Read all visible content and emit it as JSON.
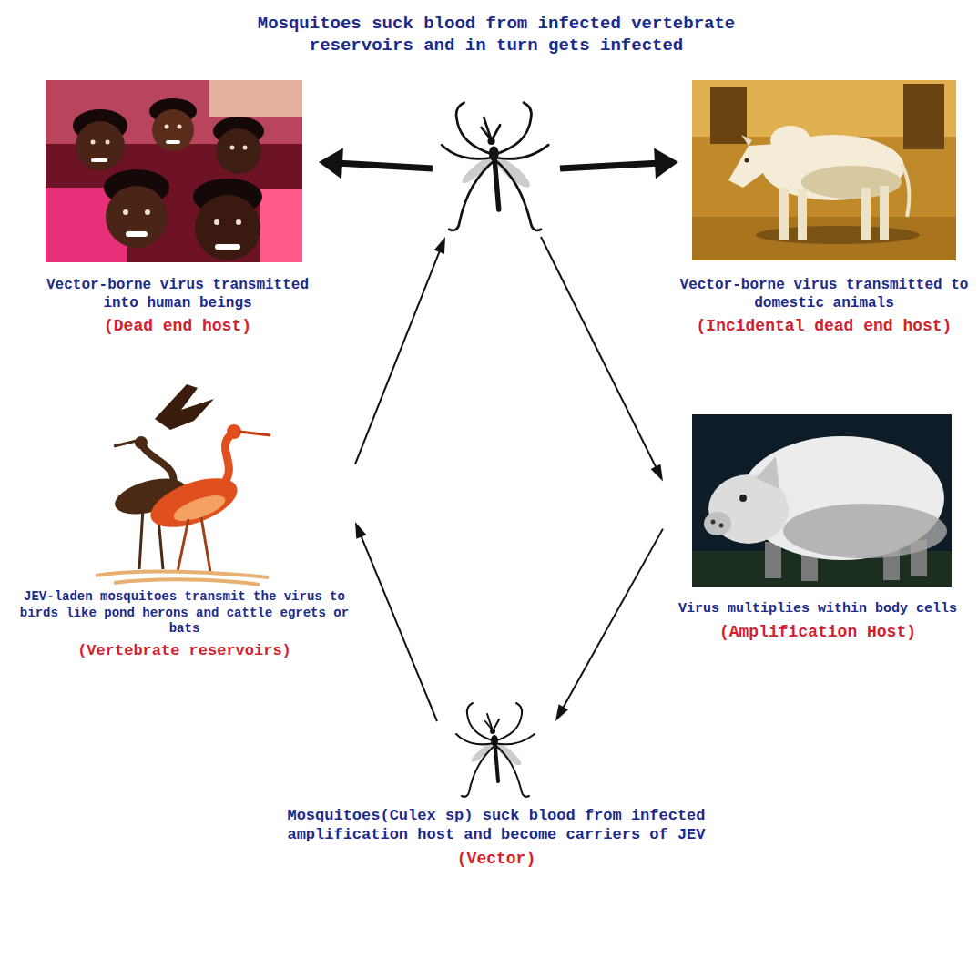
{
  "diagram": {
    "nodes": [
      {
        "text": [
          "Mosquitoes suck blood from infected vertebrate reservoirs and in turn gets infected"
        ]
      },
      {
        "text": [
          "Vector-borne virus transmitted into human beings",
          "(Dead end host)"
        ]
      },
      {
        "text": [
          "Vector-borne virus transmitted to domestic animals",
          "(Incidental dead end host)"
        ]
      },
      {
        "text": [
          "Virus multiplies within body cells",
          "(Amplification Host)"
        ]
      },
      {
        "text": [
          "Mosquitoes(Culex sp) suck blood from infected amplification host and become carriers of JEV",
          "(Vector)"
        ]
      },
      {
        "text": [
          "JEV-laden mosquitoes transmit the virus to birds like pond herons and cattle egrets or bats",
          "(Vertebrate reservoirs)"
        ]
      }
    ],
    "edges": [
      {
        "from": 0,
        "to": 1,
        "arrow": "to"
      },
      {
        "from": 0,
        "to": 2,
        "arrow": "to"
      },
      {
        "from": 0,
        "to": 3,
        "arrow": "to"
      },
      {
        "from": 3,
        "to": 4,
        "arrow": "to"
      },
      {
        "from": 4,
        "to": 5,
        "arrow": "to"
      },
      {
        "from": 5,
        "to": 0,
        "arrow": "to"
      }
    ]
  }
}
